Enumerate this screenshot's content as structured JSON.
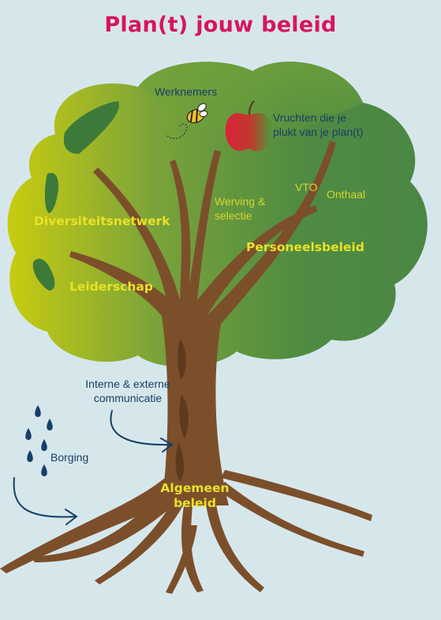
{
  "title": "Plan(t) jouw beleid",
  "labels": {
    "werknemers": "Werknemers",
    "vruchten_line1": "Vruchten die je",
    "vruchten_line2": "plukt van je plan(t)",
    "vto": "VTO",
    "onthaal": "Onthaal",
    "werving_line1": "Werving &",
    "werving_line2": "selectie",
    "diversiteitsnetwerk": "Diversiteitsnetwerk",
    "personeelsbeleid": "Personeelsbeleid",
    "leiderschap": "Leiderschap",
    "communicatie_line1": "Interne & externe",
    "communicatie_line2": "communicatie",
    "borging": "Borging",
    "algemeen_line1": "Algemeen",
    "algemeen_line2": "beleid"
  },
  "colors": {
    "title": "#d8145f",
    "background": "#d6e7ec",
    "crown_dark": "#4e8a40",
    "crown_light": "#c9cc10",
    "trunk": "#7c4f2b",
    "labels_bold": "#e8e227",
    "labels_dark": "#173f66"
  }
}
